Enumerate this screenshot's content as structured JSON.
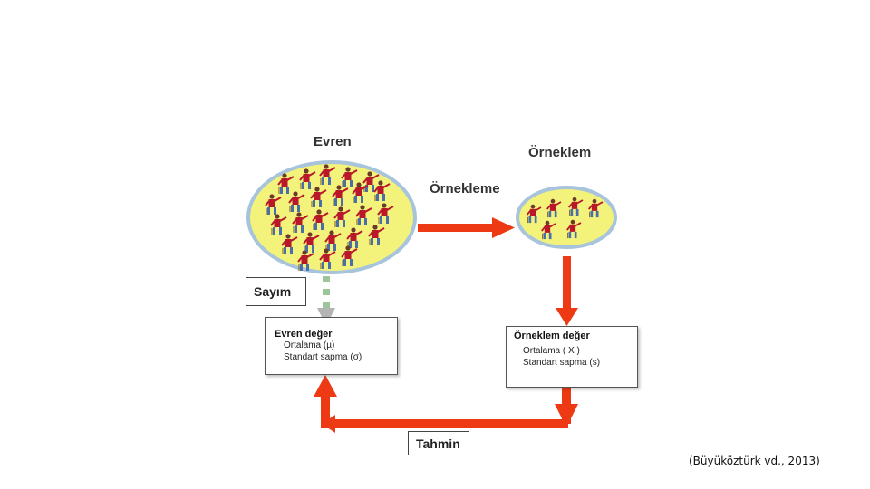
{
  "population": {
    "title": "Evren",
    "label_box": "Sayım",
    "value_box": {
      "title": "Evren değer",
      "mean_line": "Ortalama (µ)",
      "sd_line": "Standart sapma (σ)"
    }
  },
  "sample": {
    "title": "Örneklem",
    "value_box": {
      "title": "Örneklem değer",
      "mean_line": "Ortalama ( X )",
      "sd_line": "Standart sapma (s)"
    }
  },
  "sampling_label": "Örnekleme",
  "estimation_label": "Tahmin",
  "citation": "(Büyüköztürk vd., 2013)",
  "colors": {
    "arrow": "#ee3a14",
    "ellipse_fill": "#f3f27a",
    "ellipse_stroke": "#a7c4dc",
    "dashed_arrow": "#9dc59b",
    "figure_body": "#b8182a",
    "figure_legs": "#4a6ea8"
  }
}
